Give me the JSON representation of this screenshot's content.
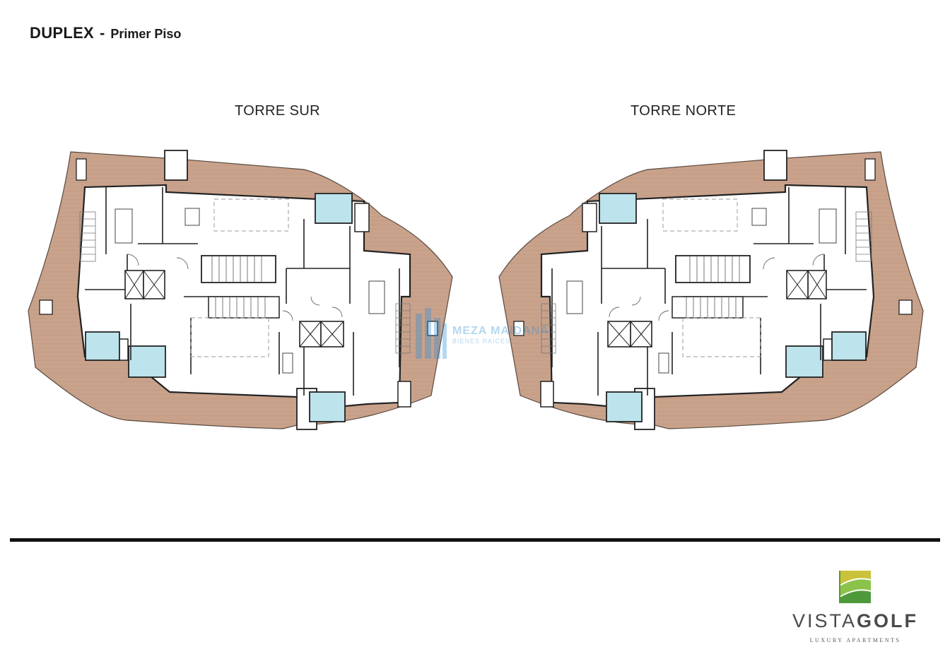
{
  "header": {
    "title": "DUPLEX",
    "separator": "-",
    "subtitle": "Primer Piso"
  },
  "plans": [
    {
      "label": "TORRE SUR",
      "orientation": "mirrored-left"
    },
    {
      "label": "TORRE NORTE",
      "orientation": "mirrored-right"
    }
  ],
  "watermark": {
    "brand": "MEZA MAIDANA",
    "tagline": "BIENES RAICES"
  },
  "brand": {
    "name_part1": "VISTA",
    "name_part2": "GOLF",
    "tagline": "LUXURY APARTMENTS",
    "logo_icon": "golf-landscape-logo-icon"
  },
  "colors": {
    "deck": "#c9a28b",
    "pool": "#bde3ec",
    "wall": "#222222",
    "logo_green": "#7cb342",
    "logo_yellow": "#d6c23a",
    "watermark_blue": "#2e8fd6"
  }
}
